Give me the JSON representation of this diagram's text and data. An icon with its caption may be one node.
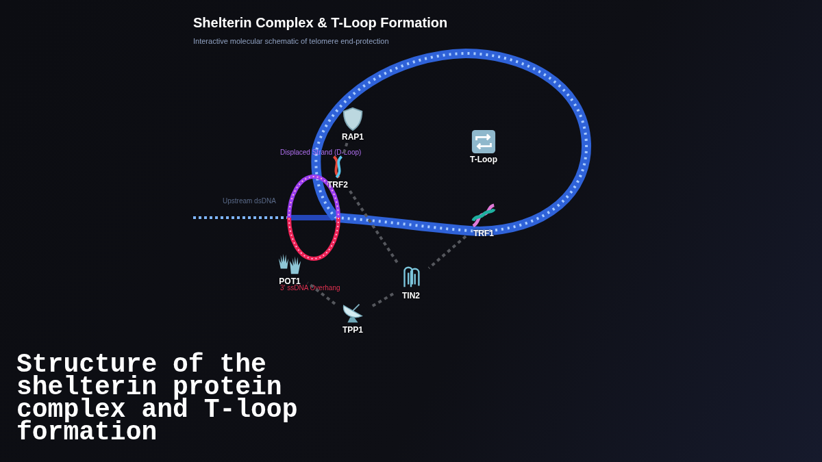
{
  "diagram": {
    "title": "Shelterin Complex & T-Loop Formation",
    "caption": "Structure of the shelterin protein complex and T-loop formation",
    "nodes": [
      {
        "text": [
          "RAP1"
        ]
      },
      {
        "text": [
          "TRF2"
        ]
      },
      {
        "text": [
          "T-Loop"
        ]
      },
      {
        "text": [
          "TRF1"
        ]
      },
      {
        "text": [
          "TIN2"
        ]
      },
      {
        "text": [
          "POT1"
        ]
      },
      {
        "text": [
          "TPP1"
        ]
      }
    ],
    "edges": [
      {
        "from": 0,
        "to": 1,
        "arrow": "none",
        "style": "dashed"
      },
      {
        "from": 1,
        "to": 4,
        "arrow": "none",
        "style": "dashed"
      },
      {
        "from": 3,
        "to": 4,
        "arrow": "none",
        "style": "dashed"
      },
      {
        "from": 4,
        "to": 6,
        "arrow": "none",
        "style": "dashed"
      },
      {
        "from": 6,
        "to": 5,
        "arrow": "none",
        "style": "dashed"
      }
    ],
    "labels": [
      "Interactive molecular schematic of telomere end-protection",
      "Displaced Strand (D-Loop)",
      "Upstream dsDNA",
      "3' ssDNA Overhang"
    ]
  }
}
